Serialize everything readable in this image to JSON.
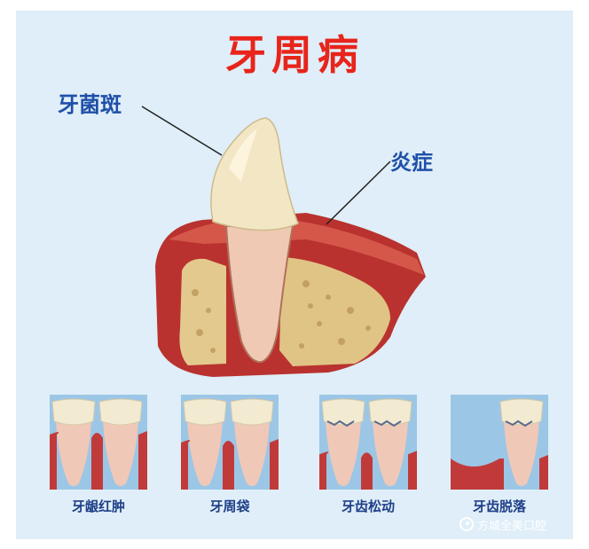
{
  "title": "牙周病",
  "labels": {
    "plaque": "牙菌斑",
    "inflammation": "炎症"
  },
  "stages": [
    {
      "caption": "牙龈红肿",
      "teeth": 2,
      "gum_level": 0.25
    },
    {
      "caption": "牙周袋",
      "teeth": 2,
      "gum_level": 0.4
    },
    {
      "caption": "牙齿松动",
      "teeth": 2,
      "gum_level": 0.62
    },
    {
      "caption": "牙齿脱落",
      "teeth": 1,
      "gum_level": 0.7
    }
  ],
  "watermark": "方城全美口腔",
  "colors": {
    "title": "#e8241b",
    "labels": "#1f4fa8",
    "panel": "#dfeef8",
    "gum": "#c13a3a",
    "tooth": "#f3ead2"
  }
}
